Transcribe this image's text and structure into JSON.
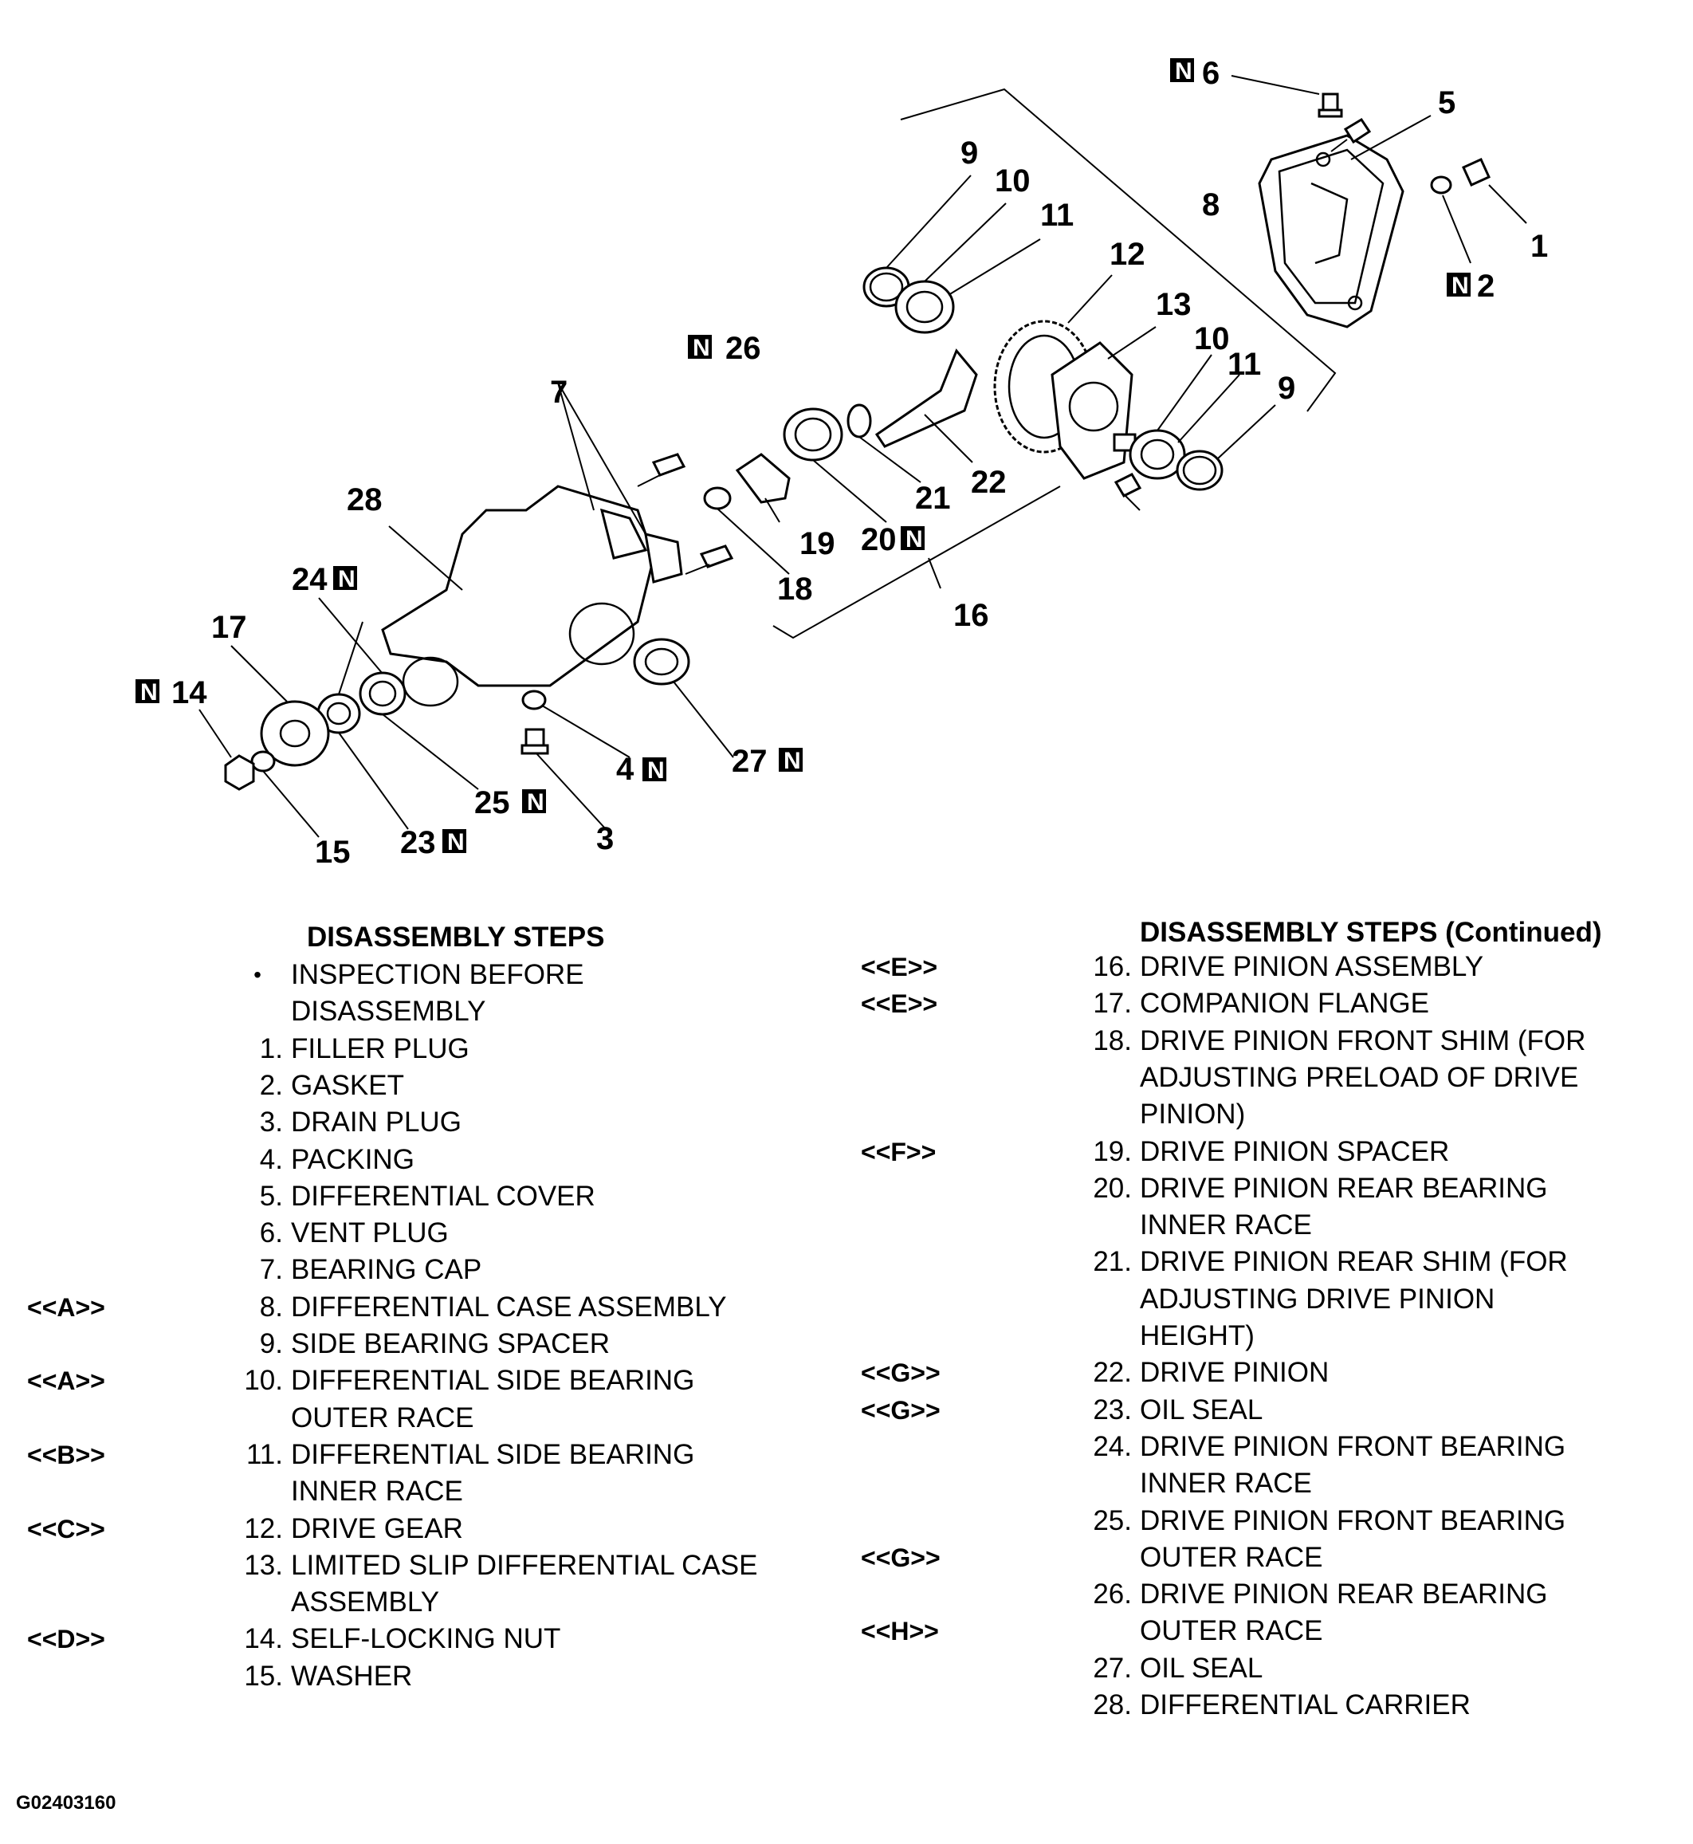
{
  "callouts": {
    "c1": "1",
    "c2": "2",
    "c3": "3",
    "c4": "4",
    "c5": "5",
    "c6": "6",
    "c7": "7",
    "c8": "8",
    "c9a": "9",
    "c9b": "9",
    "c10a": "10",
    "c10b": "10",
    "c11a": "11",
    "c11b": "11",
    "c12": "12",
    "c13": "13",
    "c14": "14",
    "c15": "15",
    "c16": "16",
    "c17": "17",
    "c18": "18",
    "c19": "19",
    "c20": "20",
    "c21": "21",
    "c22": "22",
    "c23": "23",
    "c24": "24",
    "c25": "25",
    "c26": "26",
    "c27": "27",
    "c28": "28"
  },
  "n_marker": "N",
  "left_column": {
    "title": "DISASSEMBLY STEPS",
    "items": [
      {
        "code": "",
        "num": "•",
        "text": [
          "INSPECTION BEFORE",
          "DISASSEMBLY"
        ]
      },
      {
        "code": "",
        "num": "1.",
        "text": [
          "FILLER PLUG"
        ]
      },
      {
        "code": "",
        "num": "2.",
        "text": [
          "GASKET"
        ]
      },
      {
        "code": "",
        "num": "3.",
        "text": [
          "DRAIN PLUG"
        ]
      },
      {
        "code": "",
        "num": "4.",
        "text": [
          "PACKING"
        ]
      },
      {
        "code": "",
        "num": "5.",
        "text": [
          "DIFFERENTIAL COVER"
        ]
      },
      {
        "code": "",
        "num": "6.",
        "text": [
          "VENT PLUG"
        ]
      },
      {
        "code": "",
        "num": "7.",
        "text": [
          "BEARING CAP"
        ]
      },
      {
        "code": "<<A>>",
        "num": "8.",
        "text": [
          "DIFFERENTIAL CASE ASSEMBLY"
        ]
      },
      {
        "code": "",
        "num": "9.",
        "text": [
          "SIDE BEARING SPACER"
        ]
      },
      {
        "code": "<<A>>",
        "num": "10.",
        "text": [
          "DIFFERENTIAL SIDE BEARING",
          "OUTER RACE"
        ]
      },
      {
        "code": "<<B>>",
        "num": "11.",
        "text": [
          "DIFFERENTIAL SIDE BEARING",
          "INNER RACE"
        ]
      },
      {
        "code": "<<C>>",
        "num": "12.",
        "text": [
          "DRIVE GEAR"
        ]
      },
      {
        "code": "",
        "num": "13.",
        "text": [
          "LIMITED SLIP DIFFERENTIAL CASE",
          "ASSEMBLY"
        ]
      },
      {
        "code": "<<D>>",
        "num": "14.",
        "text": [
          "SELF-LOCKING NUT"
        ]
      },
      {
        "code": "",
        "num": "15.",
        "text": [
          "WASHER"
        ]
      }
    ]
  },
  "right_column": {
    "title": "DISASSEMBLY STEPS (Continued)",
    "items": [
      {
        "code": "<<E>>",
        "num": "16.",
        "text": [
          "DRIVE PINION ASSEMBLY"
        ]
      },
      {
        "code": "<<E>>",
        "num": "17.",
        "text": [
          "COMPANION FLANGE"
        ]
      },
      {
        "code": "",
        "num": "18.",
        "text": [
          "DRIVE PINION FRONT SHIM (FOR",
          "ADJUSTING PRELOAD OF DRIVE",
          "PINION)"
        ]
      },
      {
        "code": "<<F>>",
        "num": "19.",
        "text": [
          "DRIVE PINION SPACER"
        ]
      },
      {
        "code": "",
        "num": "20.",
        "text": [
          "DRIVE PINION REAR BEARING",
          "INNER RACE"
        ]
      },
      {
        "code": "",
        "num": "21.",
        "text": [
          "DRIVE PINION REAR SHIM (FOR",
          "ADJUSTING DRIVE PINION",
          "HEIGHT)"
        ]
      },
      {
        "code": "<<G>>",
        "num": "22.",
        "text": [
          "DRIVE PINION"
        ]
      },
      {
        "code": "<<G>>",
        "num": "23.",
        "text": [
          "OIL SEAL"
        ]
      },
      {
        "code": "",
        "num": "24.",
        "text": [
          "DRIVE PINION FRONT BEARING",
          "INNER RACE"
        ]
      },
      {
        "code": "",
        "num": "25.",
        "text": [
          "DRIVE PINION FRONT BEARING",
          "OUTER RACE"
        ]
      },
      {
        "code": "",
        "num": "26.",
        "text": [
          "DRIVE PINION REAR BEARING",
          "OUTER RACE"
        ]
      },
      {
        "code": "",
        "num": "27.",
        "text": [
          "OIL SEAL"
        ]
      },
      {
        "code": "",
        "num": "28.",
        "text": [
          "DIFFERENTIAL CARRIER"
        ]
      }
    ],
    "extra_codes": [
      {
        "code": "<<G>>",
        "row": 16.0
      },
      {
        "code": "<<H>>",
        "row": 18.0
      }
    ]
  },
  "figure_id": "G02403160"
}
